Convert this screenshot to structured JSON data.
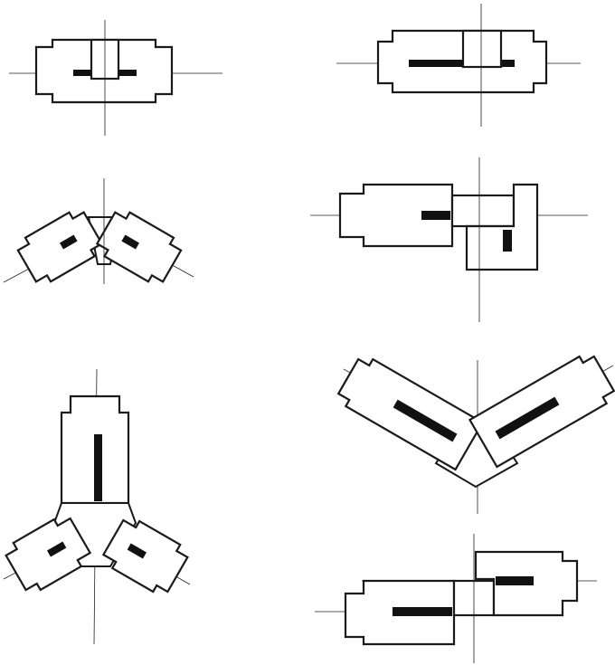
{
  "figure": {
    "panels": [
      {
        "id": "panel-1",
        "modules": 2,
        "arrangement": "inline"
      },
      {
        "id": "panel-2",
        "modules": 2,
        "arrangement": "inline-offset"
      },
      {
        "id": "panel-3",
        "modules": 2,
        "arrangement": "v-shape"
      },
      {
        "id": "panel-4",
        "modules": 2,
        "arrangement": "l-shape"
      },
      {
        "id": "panel-5",
        "modules": 3,
        "arrangement": "y-shape"
      },
      {
        "id": "panel-6",
        "modules": 2,
        "arrangement": "v-shape"
      },
      {
        "id": "panel-7",
        "modules": 2,
        "arrangement": "inline-stepped"
      }
    ],
    "colors": {
      "line": "#1a1a1a",
      "bar": "#111111",
      "background": "#ffffff"
    }
  }
}
